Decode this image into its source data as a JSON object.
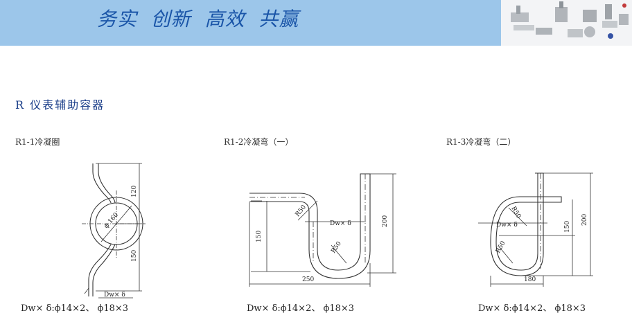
{
  "banner": {
    "slogan": "务实  创新  高效  共赢",
    "color": "#9cc6ea"
  },
  "section": {
    "title": "R 仪表辅助容器"
  },
  "figures": [
    {
      "title": "R1-1冷凝圈",
      "spec": "Dw× δ:ϕ14×2、 ϕ18×3",
      "dims": {
        "top": "120",
        "bottom": "150",
        "dia": "ϕ 160",
        "label": "Dw× δ"
      }
    },
    {
      "title": "R1-2冷凝弯（一）",
      "spec": "Dw× δ:ϕ14×2、 ϕ18×3",
      "dims": {
        "height": "200",
        "left": "150",
        "width": "250",
        "r1": "R50",
        "r2": "R50",
        "label": "Dw× δ"
      }
    },
    {
      "title": "R1-3冷凝弯（二）",
      "spec": "Dw× δ:ϕ14×2、 ϕ18×3",
      "dims": {
        "height": "200",
        "inner": "150",
        "width": "180",
        "r1": "R50",
        "r2": "R50",
        "label": "Dw× δ"
      }
    }
  ]
}
